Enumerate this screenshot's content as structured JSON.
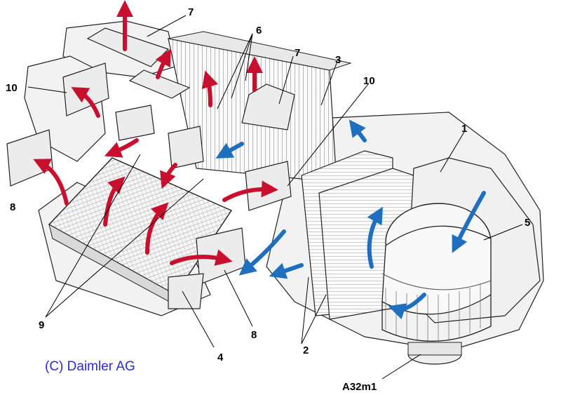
{
  "copyright": "(C)  Daimler AG",
  "callouts": {
    "c1": "1",
    "c2": "2",
    "c3": "3",
    "c4": "4",
    "c5": "5",
    "c6": "6",
    "c7a": "7",
    "c7b": "7",
    "c8a": "8",
    "c8b": "8",
    "c9": "9",
    "c10a": "10",
    "c10b": "10",
    "a32m1": "A32m1"
  },
  "colors": {
    "warm_air": "#c8102e",
    "cool_air": "#1f6fc0",
    "line": "#222222",
    "housing_fill": "#f2f2f2",
    "copyright_text": "#2a2ad6"
  }
}
